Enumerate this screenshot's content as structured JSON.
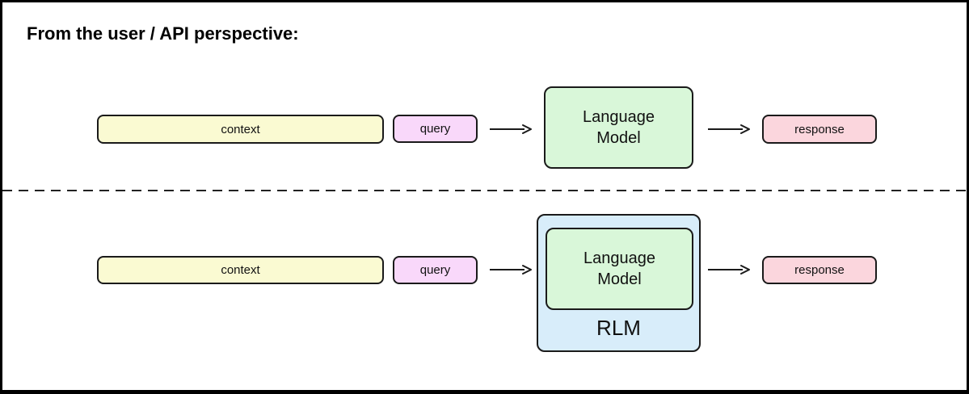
{
  "title": "From the user / API perspective:",
  "colors": {
    "context": "#fafad2",
    "query": "#f9d8fa",
    "model": "#d9f7d9",
    "response": "#fbd6dd",
    "rlm": "#d8edfa",
    "stroke": "#1a1a1a"
  },
  "top_row": {
    "context_label": "context",
    "query_label": "query",
    "model_label": "Language Model",
    "response_label": "response"
  },
  "bottom_row": {
    "context_label": "context",
    "query_label": "query",
    "model_label": "Language Model",
    "rlm_label": "RLM",
    "response_label": "response"
  }
}
